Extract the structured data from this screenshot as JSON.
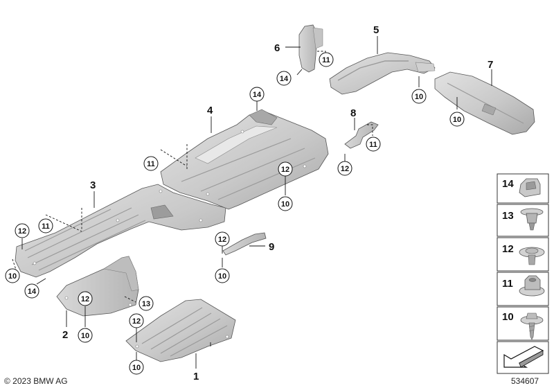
{
  "parts": [
    {
      "label": "1"
    },
    {
      "label": "2"
    },
    {
      "label": "3"
    },
    {
      "label": "4"
    },
    {
      "label": "5"
    },
    {
      "label": "6"
    },
    {
      "label": "7"
    },
    {
      "label": "8"
    },
    {
      "label": "9"
    }
  ],
  "callouts": {
    "c10": "10",
    "c11": "11",
    "c12": "12",
    "c13": "13",
    "c14": "14"
  },
  "legend": {
    "items": [
      {
        "label": "14",
        "icon": "clip-nut-icon"
      },
      {
        "label": "13",
        "icon": "expanding-rivet-icon"
      },
      {
        "label": "12",
        "icon": "flange-nut-icon"
      },
      {
        "label": "11",
        "icon": "hex-nut-icon"
      },
      {
        "label": "10",
        "icon": "collar-screw-icon"
      }
    ],
    "arrow_icon": "orientation-arrow-icon"
  },
  "footer": {
    "copyright": "© 2023 BMW AG",
    "diagram_number": "534607"
  },
  "colors": {
    "panel_fill": "#cfcfcf",
    "panel_shade": "#b5b5b5",
    "panel_light": "#e6e6e6",
    "line": "#111111"
  }
}
